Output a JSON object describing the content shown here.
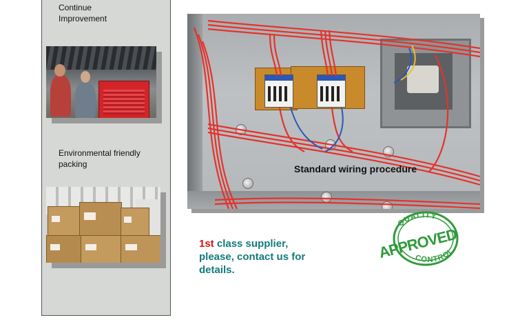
{
  "sidebar": {
    "section1": {
      "line1": "Continue",
      "line2": "Improvement"
    },
    "section2": {
      "line1": "Environmental friendly",
      "line2": "packing"
    }
  },
  "panel": {
    "caption": "Standard wiring procedure"
  },
  "supplier": {
    "highlight": "1st",
    "line1_rest": " class supplier,",
    "line2": "please, contact us for",
    "line3": "details."
  },
  "stamp": {
    "top_text": "QUALITY",
    "middle_text": "APPROVED",
    "bottom_text": "CONTROL",
    "color": "#2e9a3a"
  },
  "colors": {
    "highlight": "#d21414",
    "teal": "#137a7a",
    "wire": "#e5322c"
  }
}
